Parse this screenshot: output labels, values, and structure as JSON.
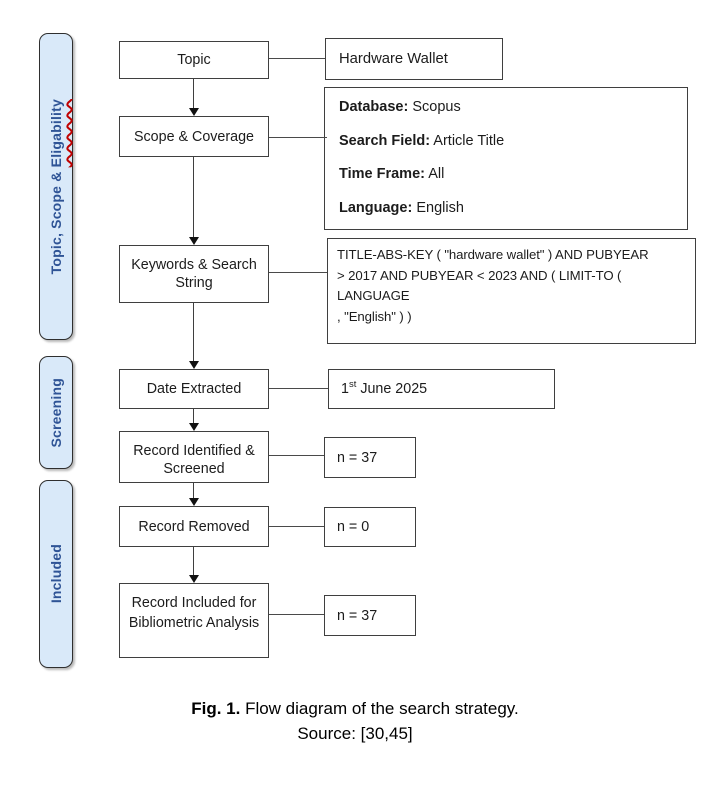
{
  "colors": {
    "stage_fill": "#d9e9f9",
    "stage_text": "#2f5496",
    "spellcheck_red": "#c00000",
    "box_border": "#3f3f3f"
  },
  "stages": {
    "group1_prefix": "Topic, Scope & ",
    "group1_misspelled": "Eligability",
    "group2": "Screening",
    "group3": "Included"
  },
  "flow": {
    "topic": "Topic",
    "scope": "Scope & Coverage",
    "keywords": "Keywords & Search\nString",
    "date_extracted": "Date Extracted",
    "record_identified": "Record Identified &\nScreened",
    "record_removed": "Record Removed",
    "record_included": "Record Included for\nBibliometric Analysis"
  },
  "details": {
    "hardware_wallet": "Hardware Wallet",
    "criteria": [
      {
        "label": "Database:",
        "value": " Scopus"
      },
      {
        "label": "Search Field:",
        "value": " Article Title"
      },
      {
        "label": "Time Frame:",
        "value": " All"
      },
      {
        "label": "Language:",
        "value": " English"
      }
    ],
    "search_string": "TITLE-ABS-KEY ( \"hardware wallet\" ) AND PUBYEAR\n> 2017 AND PUBYEAR < 2023 AND ( LIMIT-TO ( LANGUAGE\n, \"English\" ) )",
    "date": {
      "num": "1",
      "sup": "st",
      "rest": " June 2025"
    },
    "n_screened": "n = 37",
    "n_removed": "n = 0",
    "n_included": "n = 37"
  },
  "caption": {
    "fig_label": "Fig. 1.",
    "fig_text": " Flow diagram of the search strategy.",
    "source": "Source: [30,45]"
  }
}
